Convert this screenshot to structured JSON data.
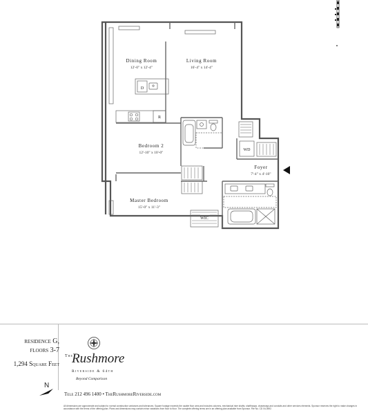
{
  "rooms": {
    "dining_room": {
      "name": "Dining Room",
      "dim": "12'-0\" x 12'-4\""
    },
    "living_room": {
      "name": "Living Room",
      "dim": "16'-4\" x 14'-4\""
    },
    "bedroom_2": {
      "name": "Bedroom 2",
      "dim": "12'-10\" x 10'-0\""
    },
    "foyer": {
      "name": "Foyer",
      "dim": "7'-4\" x 4'-10\""
    },
    "master_bedroom": {
      "name": "Master Bedroom",
      "dim": "15'-0\" x 11'-3\""
    }
  },
  "fixture_labels": {
    "dishwasher": "D",
    "refrigerator": "R",
    "washer_dryer": "WD",
    "walk_in_closet": "WIC"
  },
  "residence": {
    "line1": "residence G,",
    "line2": "floors 3-7",
    "area": "1,294 Square Feet"
  },
  "brand": {
    "the": "The",
    "name": "Rushmore",
    "location": "Riverside & 64th",
    "tagline": "Beyond Comparison",
    "contact": "Tele 212 496 1400 • TheRushmoreRiverside.com"
  },
  "compass": {
    "label": "N"
  },
  "disclaimer": "All dimensions are approximate and subject to normal construction variances and tolerances. Square footage exceeds the usable floor area and includes columns, mechanical riser shafts, shafthways, chaseways and conduits and other services elements. Sponsor reserves the right to make changes in accordance with the terms of the offering plan. Plans and dimensions may contain minor variations from floor to floor. The complete offering terms are in an offering plan available from Sponsor. File No. CD 04-0592."
}
